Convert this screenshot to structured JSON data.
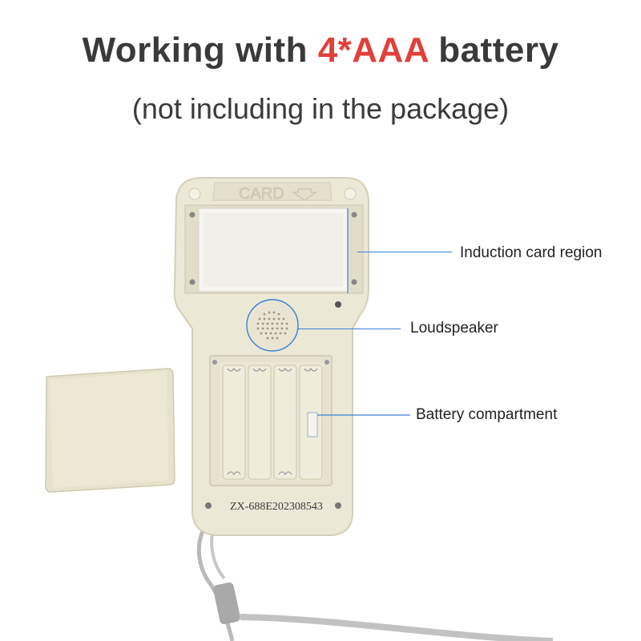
{
  "header": {
    "title_prefix": "Working with ",
    "title_highlight": "4*AAA",
    "title_suffix": " battery",
    "subtitle": "(not including in the package)"
  },
  "device": {
    "card_label": "CARD",
    "serial": "ZX-688E202308543"
  },
  "callouts": {
    "induction": "Induction card region",
    "speaker": "Loudspeaker",
    "battery": "Battery compartment"
  },
  "colors": {
    "highlight": "#e0403a",
    "leader_line": "#3a7fd8"
  }
}
